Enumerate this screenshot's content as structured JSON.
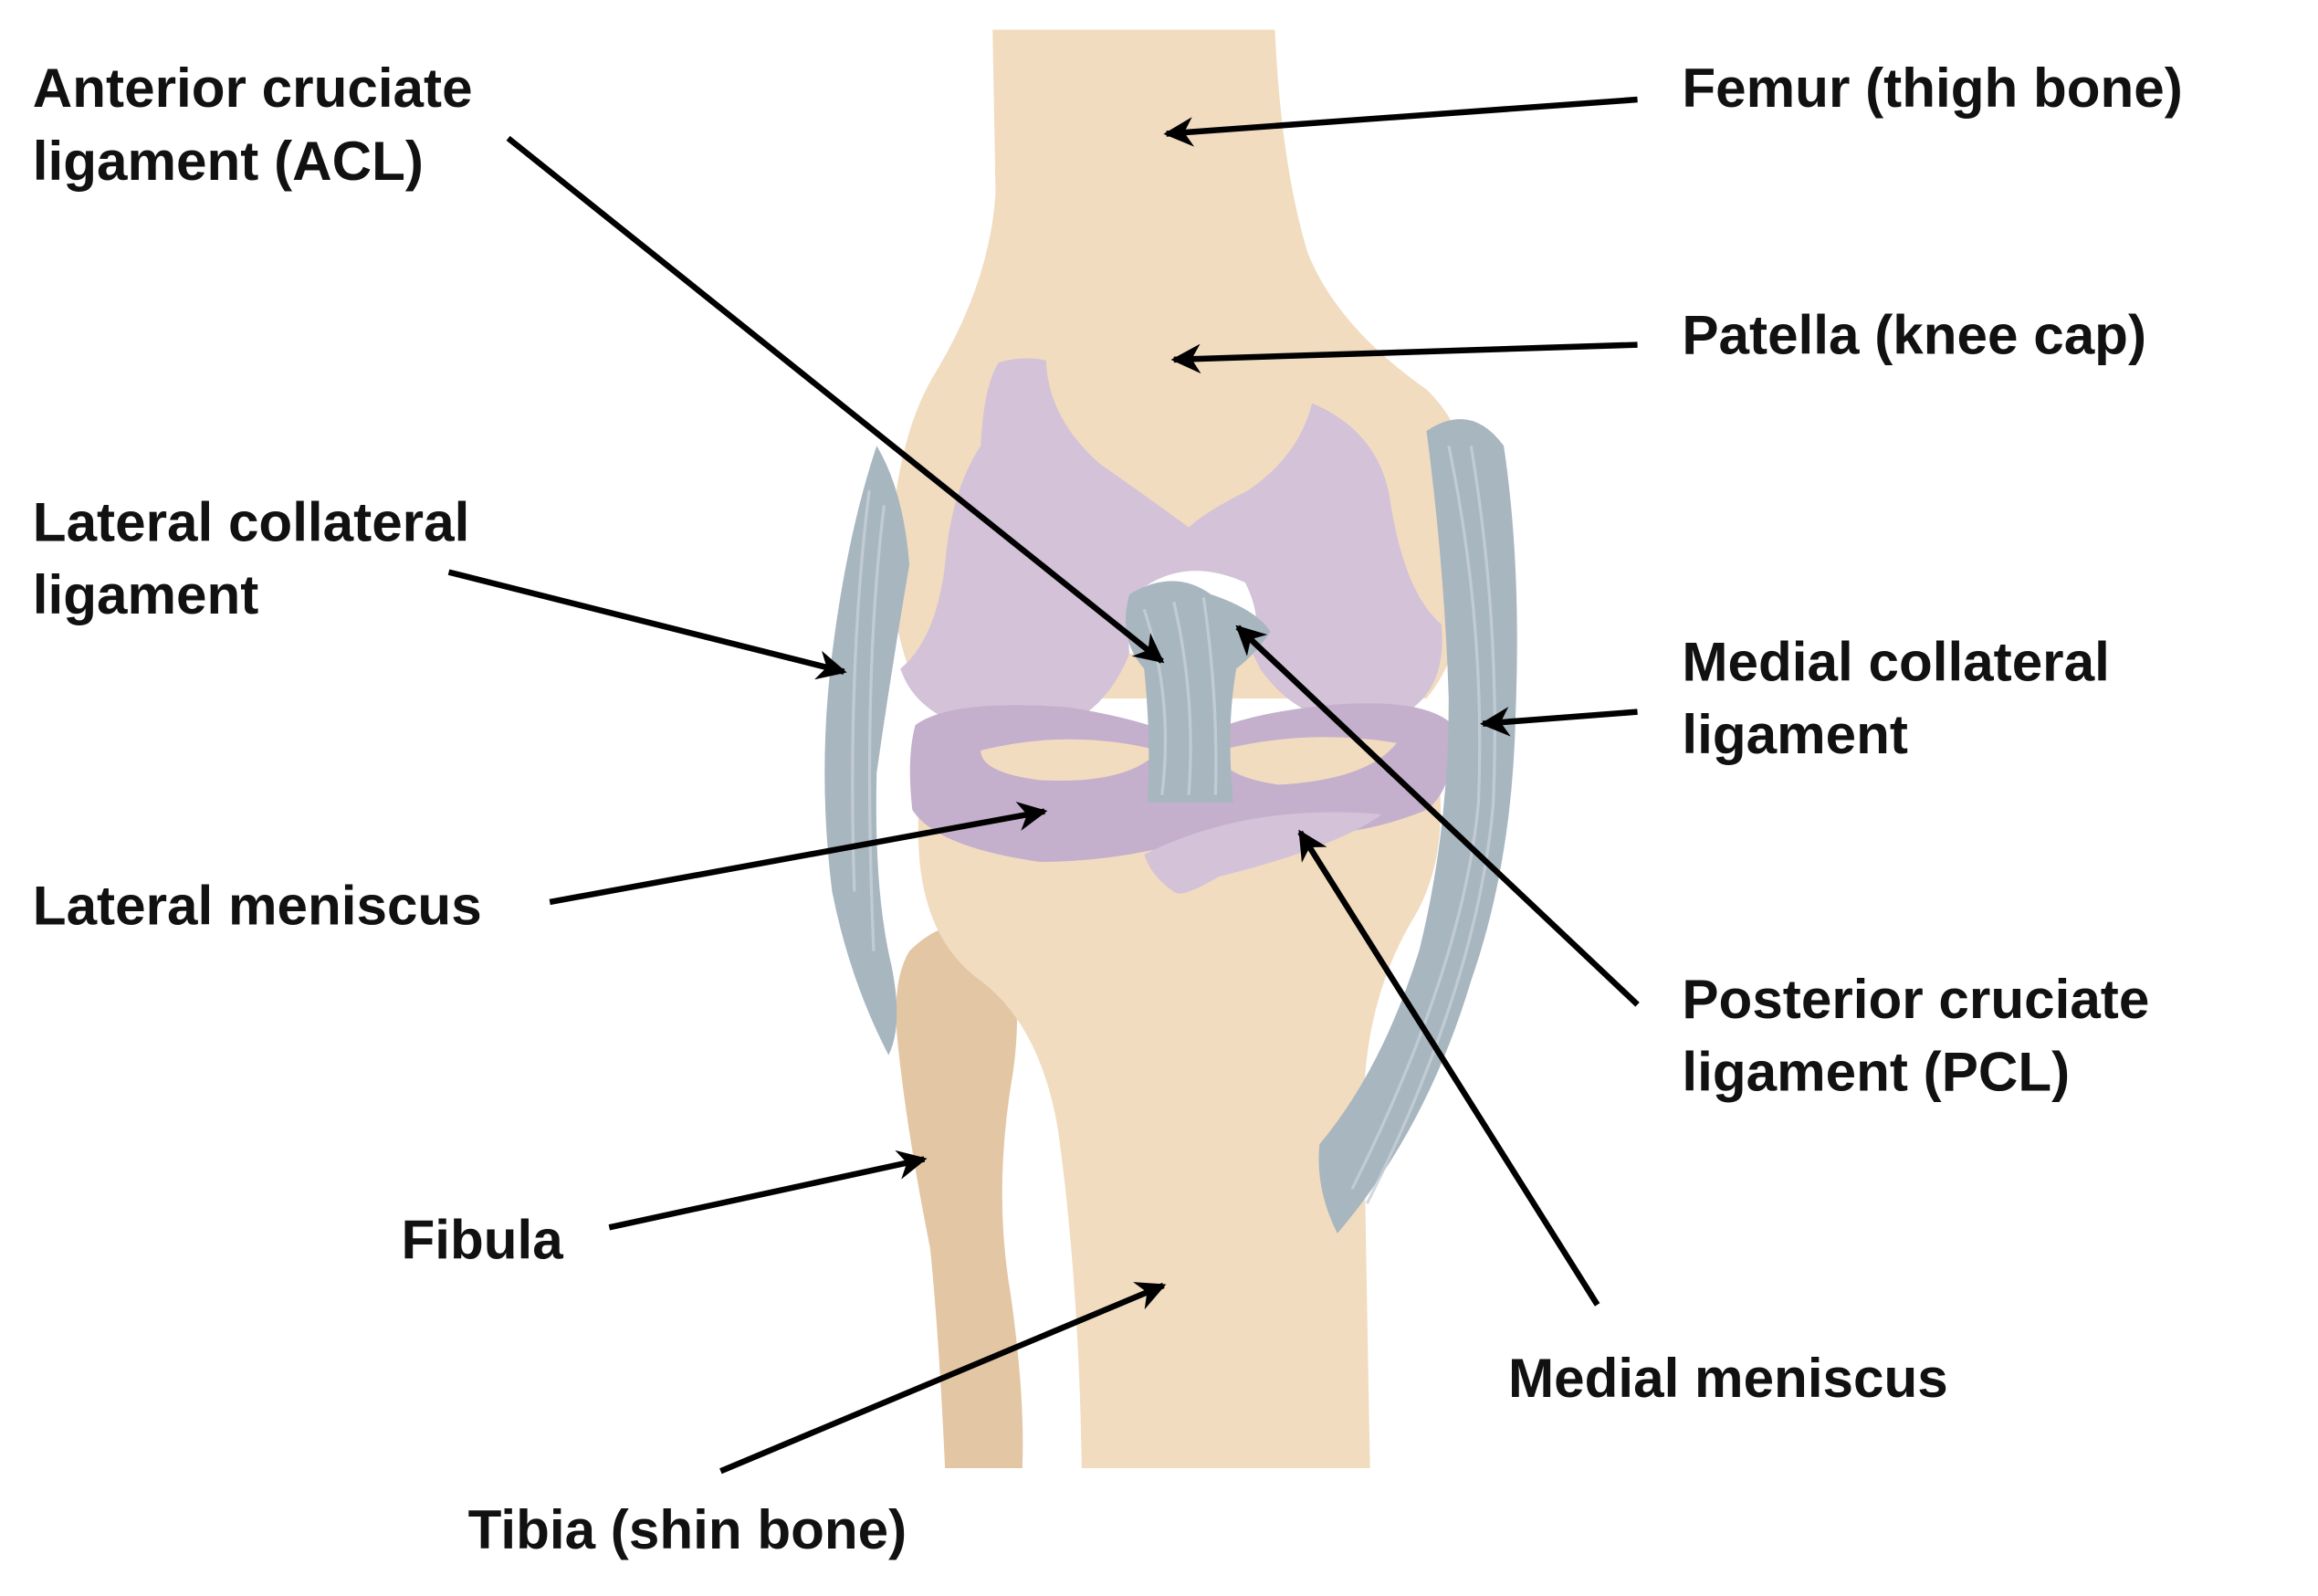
{
  "title": "Knee joint anatomy",
  "labels": {
    "acl": [
      "Anterior cruciate",
      "ligament (ACL)"
    ],
    "femur": "Femur (thigh bone)",
    "patella": "Patella (knee cap)",
    "lcl": [
      "Lateral collateral",
      "ligament"
    ],
    "mcl": [
      "Medial collateral",
      "ligament"
    ],
    "lateral_meniscus": "Lateral meniscus",
    "pcl": [
      "Posterior cruciate",
      "ligament (PCL)"
    ],
    "fibula": "Fibula",
    "medial_meniscus": "Medial meniscus",
    "tibia": "Tibia (shin bone)"
  },
  "colors": {
    "bone": "#f1dcc0",
    "cartilage": "#d3c2d8",
    "ligament": "#a8b6c0",
    "arrow": "#000000"
  }
}
